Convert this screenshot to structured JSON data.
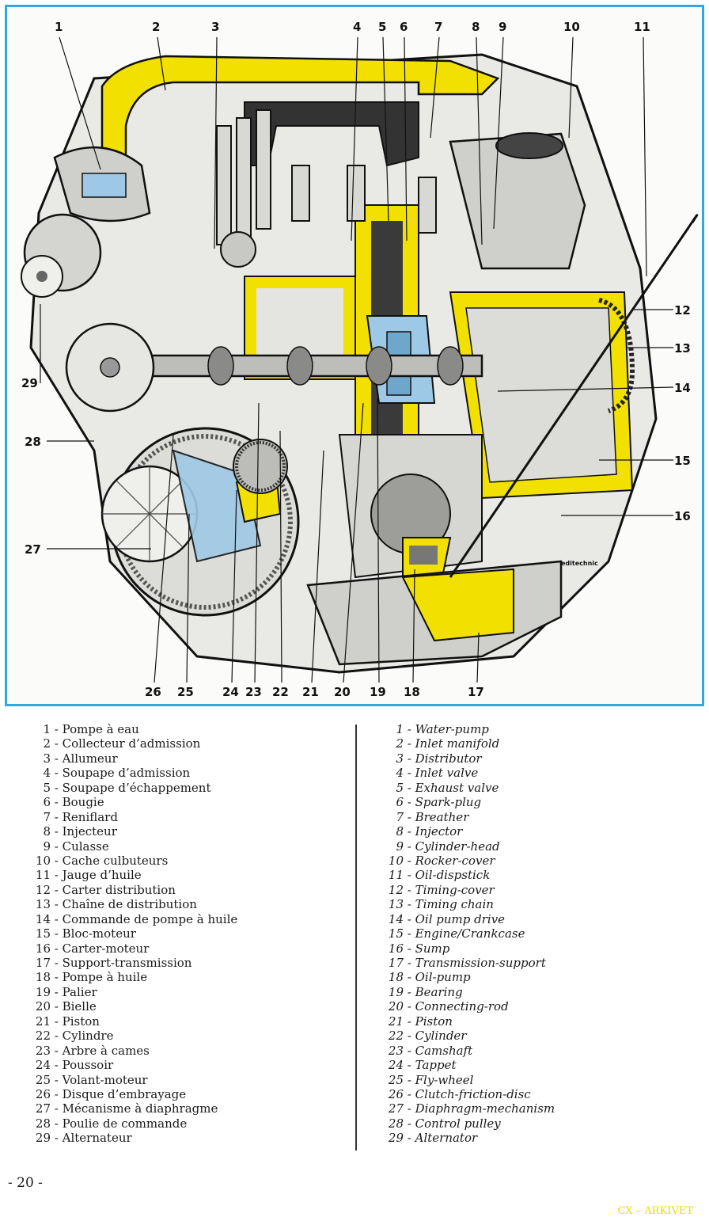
{
  "callouts": [
    "1",
    "2",
    "3",
    "4",
    "5",
    "6",
    "7",
    "8",
    "9",
    "10",
    "11",
    "12",
    "13",
    "14",
    "15",
    "16",
    "17",
    "18",
    "19",
    "20",
    "21",
    "22",
    "23",
    "24",
    "25",
    "26",
    "27",
    "28",
    "29"
  ],
  "brand_mark": "editechnic",
  "legend_fr": [
    {
      "n": "1",
      "label": "Pompe à eau"
    },
    {
      "n": "2",
      "label": "Collecteur d’admission"
    },
    {
      "n": "3",
      "label": "Allumeur"
    },
    {
      "n": "4",
      "label": "Soupape d’admission"
    },
    {
      "n": "5",
      "label": "Soupape d’échappement"
    },
    {
      "n": "6",
      "label": "Bougie"
    },
    {
      "n": "7",
      "label": "Reniflard"
    },
    {
      "n": "8",
      "label": "Injecteur"
    },
    {
      "n": "9",
      "label": "Culasse"
    },
    {
      "n": "10",
      "label": "Cache culbuteurs"
    },
    {
      "n": "11",
      "label": "Jauge d’huile"
    },
    {
      "n": "12",
      "label": "Carter distribution"
    },
    {
      "n": "13",
      "label": "Chaîne de distribution"
    },
    {
      "n": "14",
      "label": "Commande de pompe à huile"
    },
    {
      "n": "15",
      "label": "Bloc-moteur"
    },
    {
      "n": "16",
      "label": "Carter-moteur"
    },
    {
      "n": "17",
      "label": "Support-transmission"
    },
    {
      "n": "18",
      "label": "Pompe à huile"
    },
    {
      "n": "19",
      "label": "Palier"
    },
    {
      "n": "20",
      "label": "Bielle"
    },
    {
      "n": "21",
      "label": "Piston"
    },
    {
      "n": "22",
      "label": "Cylindre"
    },
    {
      "n": "23",
      "label": "Arbre à cames"
    },
    {
      "n": "24",
      "label": "Poussoir"
    },
    {
      "n": "25",
      "label": "Volant-moteur"
    },
    {
      "n": "26",
      "label": "Disque d’embrayage"
    },
    {
      "n": "27",
      "label": "Mécanisme à diaphragme"
    },
    {
      "n": "28",
      "label": "Poulie de commande"
    },
    {
      "n": "29",
      "label": "Alternateur"
    }
  ],
  "legend_en": [
    {
      "n": "1",
      "label": "Water-pump"
    },
    {
      "n": "2",
      "label": "Inlet manifold"
    },
    {
      "n": "3",
      "label": "Distributor"
    },
    {
      "n": "4",
      "label": "Inlet valve"
    },
    {
      "n": "5",
      "label": "Exhaust valve"
    },
    {
      "n": "6",
      "label": "Spark-plug"
    },
    {
      "n": "7",
      "label": "Breather"
    },
    {
      "n": "8",
      "label": "Injector"
    },
    {
      "n": "9",
      "label": "Cylinder-head"
    },
    {
      "n": "10",
      "label": "Rocker-cover"
    },
    {
      "n": "11",
      "label": "Oil-dispstick"
    },
    {
      "n": "12",
      "label": "Timing-cover"
    },
    {
      "n": "13",
      "label": "Timing chain"
    },
    {
      "n": "14",
      "label": "Oil pump drive"
    },
    {
      "n": "15",
      "label": "Engine/Crankcase"
    },
    {
      "n": "16",
      "label": "Sump"
    },
    {
      "n": "17",
      "label": "Transmission-support"
    },
    {
      "n": "18",
      "label": "Oil-pump"
    },
    {
      "n": "19",
      "label": "Bearing"
    },
    {
      "n": "20",
      "label": "Connecting-rod"
    },
    {
      "n": "21",
      "label": "Piston"
    },
    {
      "n": "22",
      "label": "Cylinder"
    },
    {
      "n": "23",
      "label": "Camshaft"
    },
    {
      "n": "24",
      "label": "Tappet"
    },
    {
      "n": "25",
      "label": "Fly-wheel"
    },
    {
      "n": "26",
      "label": "Clutch-friction-disc"
    },
    {
      "n": "27",
      "label": "Diaphragm-mechanism"
    },
    {
      "n": "28",
      "label": "Control pulley"
    },
    {
      "n": "29",
      "label": "Alternator"
    }
  ],
  "page_number": "- 20 -",
  "watermark": "CX – ARKIVET",
  "colors": {
    "frame": "#35a7e0",
    "yellow": "#f2e000",
    "cutaway_blue": "#9ec9e6",
    "ink": "#111111"
  }
}
